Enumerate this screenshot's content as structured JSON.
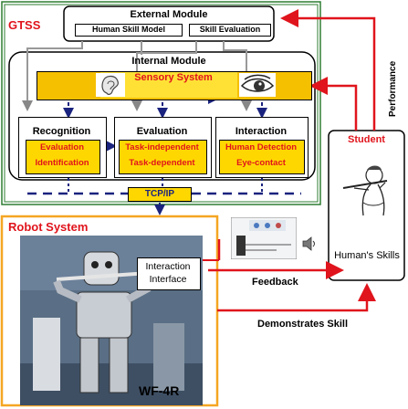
{
  "gtss": {
    "label": "GTSS"
  },
  "external_module": {
    "title": "External Module",
    "items": [
      "Human Skill Model",
      "Skill Evaluation"
    ]
  },
  "internal_module": {
    "title": "Internal Module",
    "sensory_system": "Sensory System",
    "submodules": [
      {
        "title": "Recognition",
        "items": [
          "Evaluation",
          "Identification"
        ]
      },
      {
        "title": "Evaluation",
        "items": [
          "Task-independent",
          "Task-dependent"
        ]
      },
      {
        "title": "Interaction",
        "items": [
          "Human Detection",
          "Eye-contact"
        ]
      }
    ]
  },
  "tcpip": "TCP/IP",
  "robot_system": {
    "title": "Robot System",
    "interface": "Interaction Interface",
    "robot_name": "WF-4R"
  },
  "student": {
    "title": "Student",
    "skills": "Human's Skills"
  },
  "arrows": {
    "performance": "Performance",
    "feedback": "Feedback",
    "demonstrates": "Demonstrates Skill"
  },
  "colors": {
    "red": "#e0141c",
    "yellow": "#ffd700",
    "orange": "#f5a623",
    "green": "#2e7d32"
  }
}
